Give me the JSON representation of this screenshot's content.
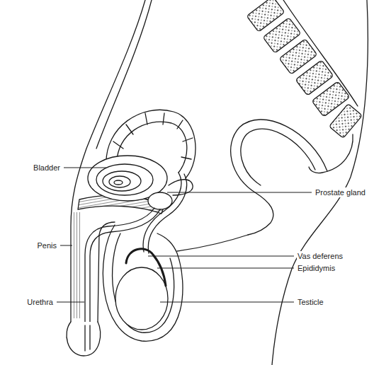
{
  "diagram": {
    "labels": [
      "Bladder",
      "Prostate gland",
      "Penis",
      "Vas deferens",
      "Epididymis",
      "Urethra",
      "Testicle"
    ]
  }
}
